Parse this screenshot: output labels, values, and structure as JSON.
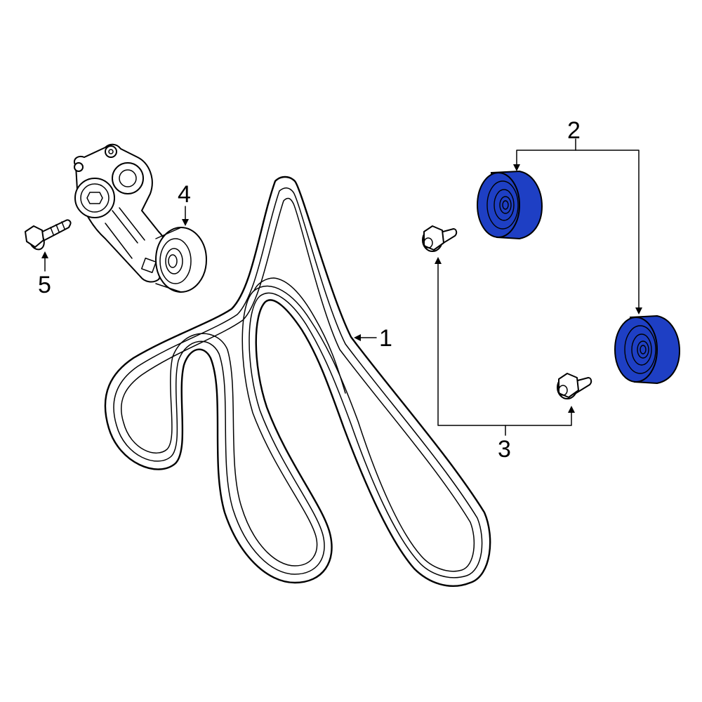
{
  "callouts": {
    "c1": "1",
    "c2": "2",
    "c3": "3",
    "c4": "4",
    "c5": "5"
  },
  "colors": {
    "highlight": "#1e3fc4",
    "line": "#000000",
    "background": "#ffffff"
  }
}
